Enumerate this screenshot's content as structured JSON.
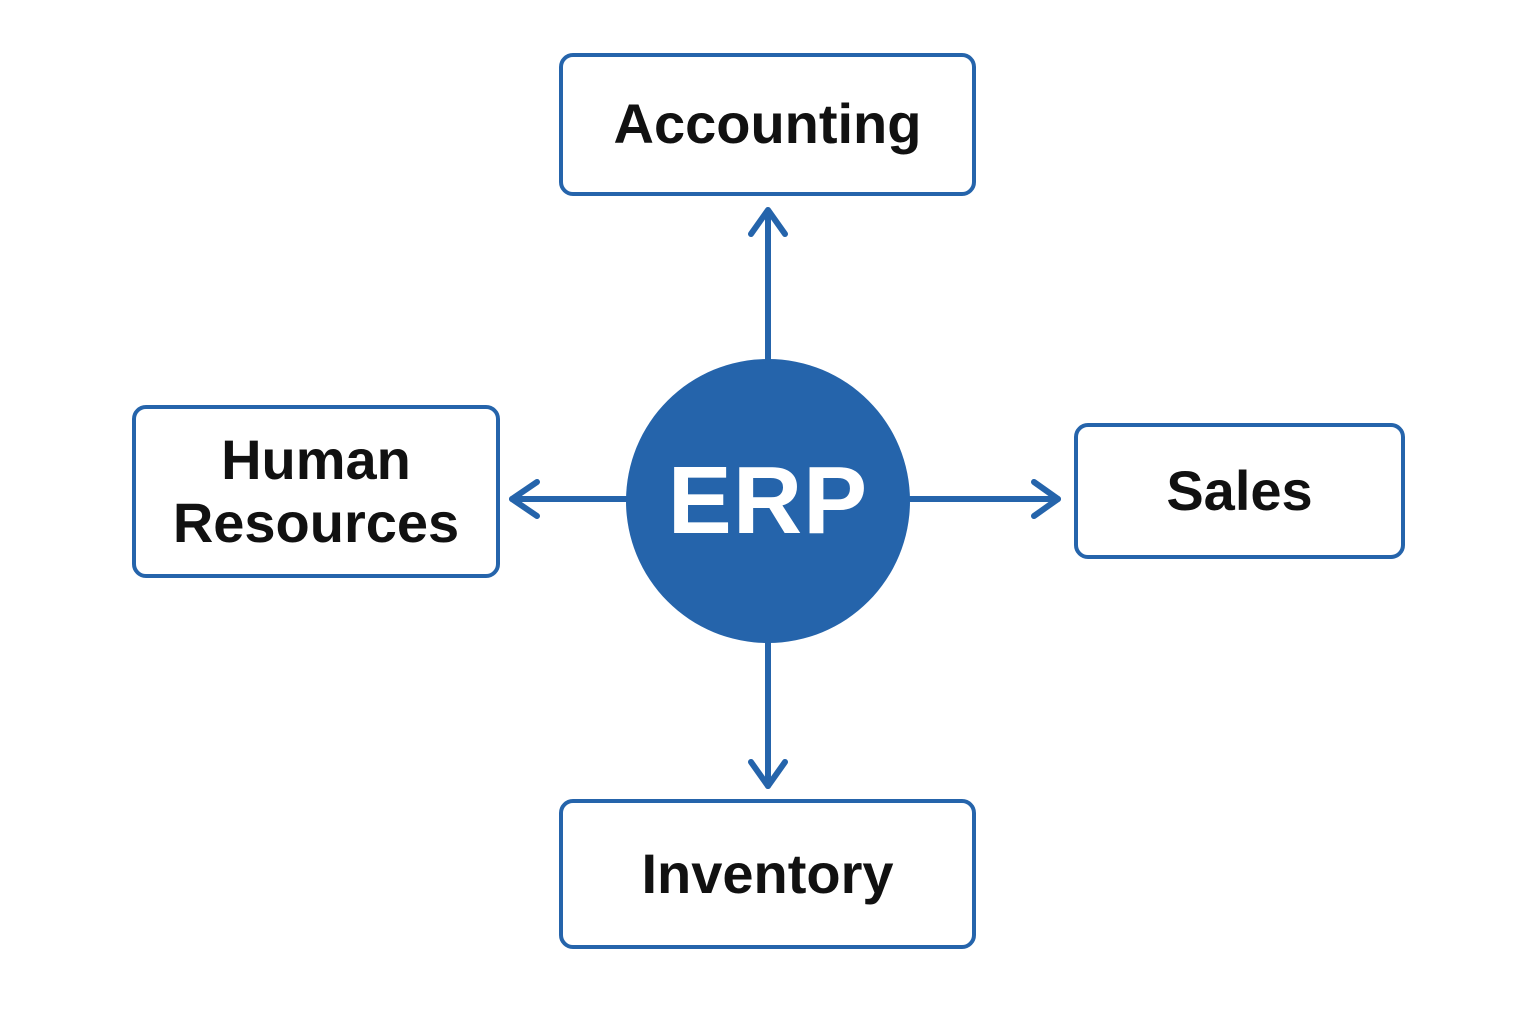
{
  "colors": {
    "accent": "#2564ab",
    "text": "#111111",
    "background": "#ffffff"
  },
  "center": {
    "label": "ERP"
  },
  "modules": {
    "accounting": {
      "label": "Accounting",
      "direction": "up"
    },
    "human_resources": {
      "line1": "Human",
      "line2": "Resources",
      "direction": "left"
    },
    "sales": {
      "label": "Sales",
      "direction": "right"
    },
    "inventory": {
      "label": "Inventory",
      "direction": "down"
    }
  }
}
